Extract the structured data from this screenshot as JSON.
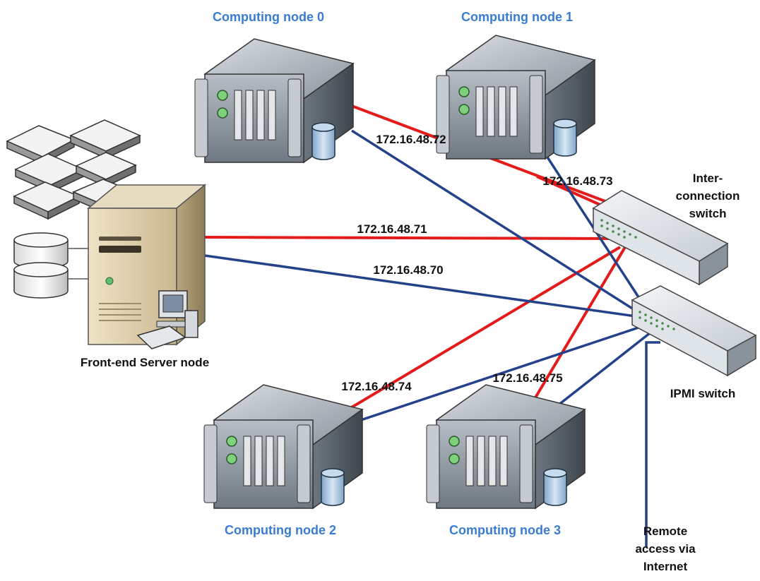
{
  "colors": {
    "interconnect_link": "#e31b1b",
    "ipmi_link": "#24428a",
    "node_label": "#3a7ccf",
    "text": "#111111"
  },
  "nodes": {
    "node0": "Computing node 0",
    "node1": "Computing node 1",
    "node2": "Computing node 2",
    "node3": "Computing node 3",
    "front_end": "Front-end Server node"
  },
  "switches": {
    "interconnect": [
      "Inter-",
      "connection",
      "switch"
    ],
    "ipmi": "IPMI switch"
  },
  "remote": [
    "Remote",
    "access via",
    "Internet"
  ],
  "ips": {
    "front_end_interconnect": "172.16.48.71",
    "front_end_ipmi": "172.16.48.70",
    "node0": "172.16.48.72",
    "node1": "172.16.48.73",
    "node2": "172.16.48.74",
    "node3": "172.16.48.75"
  },
  "icons": [
    "server-rack-icon",
    "database-icon",
    "tower-server-icon",
    "workstation-icon",
    "network-switch-icon",
    "storage-tile-icon"
  ]
}
